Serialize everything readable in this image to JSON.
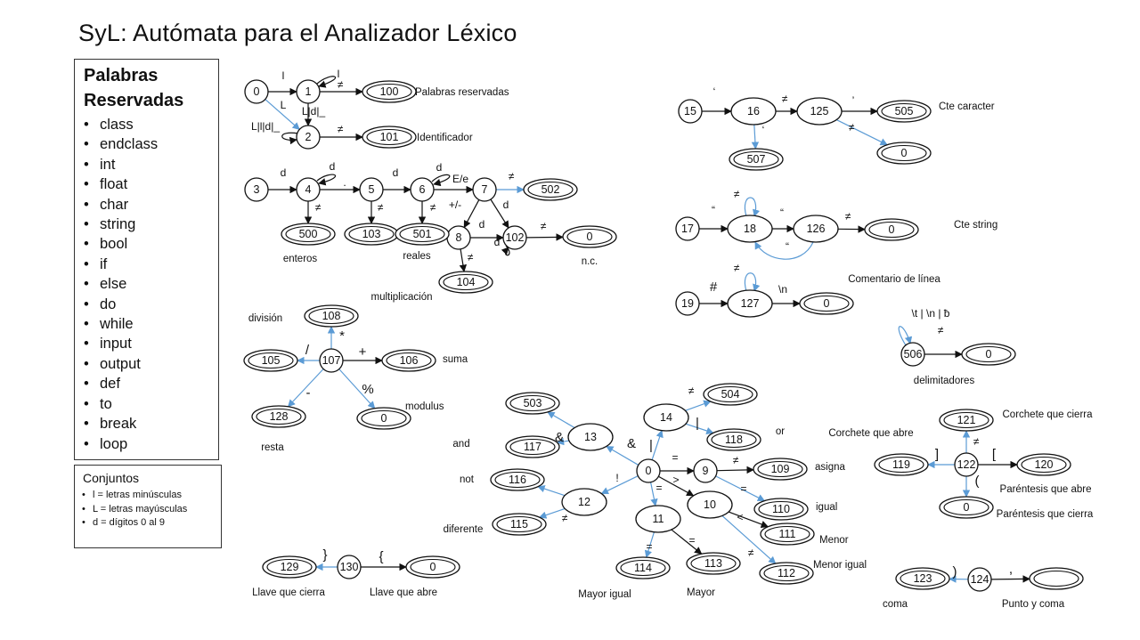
{
  "title": "SyL: Autómata para el Analizador Léxico",
  "reserved": {
    "title": "Palabras Reservadas",
    "words": [
      "class",
      "endclass",
      "int",
      "float",
      "char",
      "string",
      "bool",
      "if",
      "else",
      "do",
      "while",
      "input",
      "output",
      "def",
      "to",
      "break",
      "loop"
    ]
  },
  "sets": {
    "title": "Conjuntos",
    "items": [
      "l = letras minúsculas",
      "L = letras mayúsculas",
      "d = dígitos 0 al 9"
    ]
  },
  "colors": {
    "ink": "#111111",
    "blue_edge": "#5b9bd5"
  },
  "states": [
    "0",
    "1",
    "2",
    "100",
    "101",
    "3",
    "4",
    "5",
    "6",
    "7",
    "8",
    "102",
    "500",
    "103",
    "501",
    "502",
    "104",
    "0",
    "107",
    "108",
    "105",
    "106",
    "128",
    "0",
    "130",
    "129",
    "0",
    "15",
    "16",
    "125",
    "505",
    "507",
    "0",
    "17",
    "18",
    "126",
    "0",
    "19",
    "127",
    "0",
    "506",
    "0",
    "13",
    "14",
    "9",
    "12",
    "11",
    "10",
    "503",
    "117",
    "116",
    "115",
    "504",
    "118",
    "109",
    "110",
    "111",
    "112",
    "114",
    "113",
    "0",
    "122",
    "121",
    "119",
    "120",
    "0",
    "124",
    "123"
  ],
  "edge_labels": [
    "l",
    "l",
    "L",
    "L|l|d|_",
    "L|d|_",
    "≠",
    "≠",
    "d",
    "d",
    ".",
    "d",
    "d",
    "E/e",
    "≠",
    "+/-",
    "d",
    "d",
    "d",
    "≠",
    "≠",
    "≠",
    "≠",
    "≠",
    "*",
    "/",
    "+",
    "-",
    "%",
    "}",
    "{",
    "‘",
    "≠",
    "‘",
    "’",
    "≠",
    "“",
    "≠",
    "“",
    "“",
    "≠",
    "#",
    "≠",
    "\\n",
    "\\t | \\n | ƀ",
    "≠",
    "&",
    "&",
    "|",
    "≠",
    "|",
    "≠",
    "!",
    "=",
    "=",
    "≠",
    "=",
    ">",
    "<",
    "≠",
    "=",
    "=",
    "≠",
    "]",
    "[",
    "(",
    ")",
    ",",
    ";"
  ],
  "captions": [
    "Palabras reservadas",
    "Identificador",
    "enteros",
    "reales",
    "n.c.",
    "multiplicación",
    "división",
    "suma",
    "resta",
    "modulus",
    "Llave que cierra",
    "Llave que abre",
    "Cte caracter",
    "Cte string",
    "Comentario de línea",
    "delimitadores",
    "and",
    "not",
    "diferente",
    "or",
    "asigna",
    "igual",
    "Menor",
    "Menor igual",
    "Mayor igual",
    "Mayor",
    "Corchete que abre",
    "Corchete que cierra",
    "Paréntesis que abre",
    "Paréntesis que cierra",
    "coma",
    "Punto y coma"
  ]
}
